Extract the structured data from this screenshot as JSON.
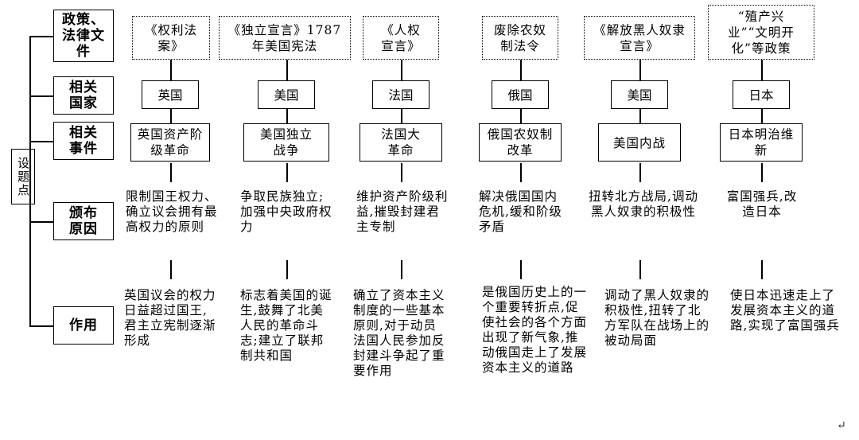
{
  "root_label": "设题点",
  "row_headers": [
    "政策、法律文件",
    "相关国家",
    "相关事件",
    "颁布原因",
    "作用"
  ],
  "columns": [
    {
      "document": "《权利法案》",
      "country": "英国",
      "event": "英国资产阶级革命",
      "reason": "限制国王权力、确立议会拥有最高权力的原则",
      "effect": "英国议会的权力日益超过国王,君主立宪制逐渐形成"
    },
    {
      "document": "《独立宣言》1787年美国宪法",
      "country": "美国",
      "event": "美国独立战争",
      "reason": "争取民族独立;加强中央政府权力",
      "effect": "标志着美国的诞生,鼓舞了北美人民的革命斗志;建立了联邦制共和国"
    },
    {
      "document": "《人权宣言》",
      "country": "法国",
      "event": "法国大革命",
      "reason": "维护资产阶级利益,摧毁封建君主专制",
      "effect": "确立了资本主义制度的一些基本原则,对于动员法国人民参加反封建斗争起了重要作用"
    },
    {
      "document": "废除农奴制法令",
      "country": "俄国",
      "event": "俄国农奴制改革",
      "reason": "解决俄国国内危机,缓和阶级矛盾",
      "effect": "是俄国历史上的一个重要转折点,促使社会的各个方面出现了新气象,推动俄国走上了发展资本主义的道路"
    },
    {
      "document": "《解放黑人奴隶宣言》",
      "country": "美国",
      "event": "美国内战",
      "reason": "扭转北方战局,调动黑人奴隶的积极性",
      "effect": "调动了黑人奴隶的积极性,扭转了北方军队在战场上的被动局面"
    },
    {
      "document": "“殖产兴业”“文明开化”等政策",
      "country": "日本",
      "event": "日本明治维新",
      "reason": "富国强兵,改造日本",
      "effect": "使日本迅速走上了发展资本主义的道路,实现了富国强兵"
    }
  ]
}
